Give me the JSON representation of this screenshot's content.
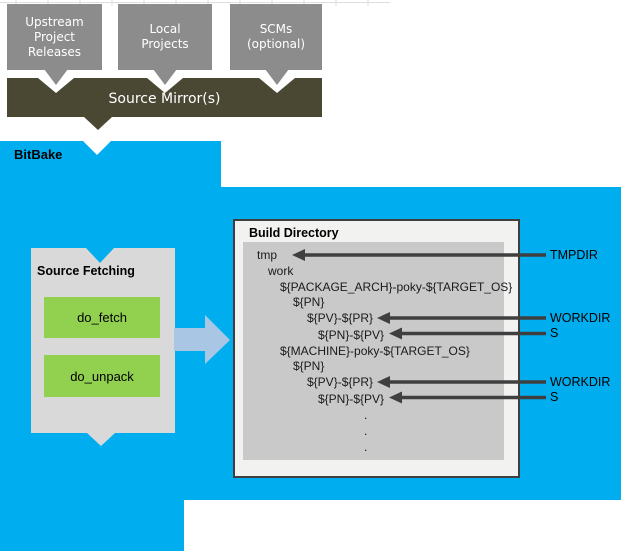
{
  "sources": {
    "upstream": "Upstream\nProject\nReleases",
    "local": "Local\nProjects",
    "scms": "SCMs\n(optional)",
    "mirror": "Source Mirror(s)"
  },
  "bitbake": {
    "label": "BitBake",
    "source_fetching": {
      "title": "Source Fetching",
      "tasks": [
        "do_fetch",
        "do_unpack"
      ]
    }
  },
  "build_directory": {
    "title": "Build Directory",
    "tree": [
      {
        "level": 0,
        "text": "tmp"
      },
      {
        "level": 1,
        "text": "work"
      },
      {
        "level": 2,
        "text": "${PACKAGE_ARCH}-poky-${TARGET_OS}"
      },
      {
        "level": 3,
        "text": "${PN}"
      },
      {
        "level": 4,
        "text": "${PV}-${PR}"
      },
      {
        "level": 5,
        "text": "${PN}-${PV}"
      },
      {
        "level": 2,
        "text": "${MACHINE}-poky-${TARGET_OS}"
      },
      {
        "level": 3,
        "text": "${PN}"
      },
      {
        "level": 4,
        "text": "${PV}-${PR}"
      },
      {
        "level": 5,
        "text": "${PN}-${PV}"
      },
      {
        "level": 6,
        "text": "."
      },
      {
        "level": 6,
        "text": "."
      },
      {
        "level": 6,
        "text": "."
      }
    ]
  },
  "annotations": [
    "TMPDIR",
    "WORKDIR",
    "S",
    "WORKDIR",
    "S"
  ],
  "colors": {
    "bitbake_blue": "#00AEEF",
    "mirror_olive": "#4A4733",
    "source_box_gray": "#8C8C8C",
    "fetch_panel_gray": "#D9D9D9",
    "task_green": "#92D050",
    "tree_panel_gray": "#C9C9C9",
    "build_box_fill": "#F2F2F1",
    "annotation_arrow_dark": "#3F3F3F",
    "flow_arrow_blue": "#A9C6E5"
  }
}
